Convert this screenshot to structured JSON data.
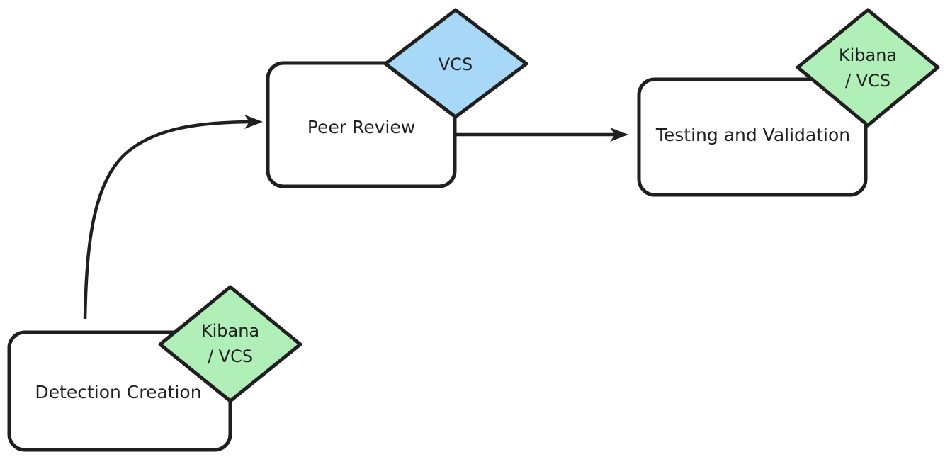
{
  "diagram": {
    "type": "flowchart",
    "direction": "left-to-right",
    "background_color": "#ffffff",
    "stroke_color": "#1f1f1f",
    "text_color": "#1f1f1f",
    "nodes": [
      {
        "id": "detection-creation",
        "shape": "rounded-rectangle",
        "label": "Detection Creation",
        "fill": "#ffffff"
      },
      {
        "id": "peer-review",
        "shape": "rounded-rectangle",
        "label": "Peer Review",
        "fill": "#ffffff"
      },
      {
        "id": "testing-and-validation",
        "shape": "rounded-rectangle",
        "label": "Testing and Validation",
        "fill": "#ffffff"
      }
    ],
    "annotations": [
      {
        "id": "detection-creation-tool",
        "shape": "diamond",
        "attached_to": "detection-creation",
        "line1": "Kibana",
        "line2": "/ VCS",
        "fill": "#b0f0b8"
      },
      {
        "id": "peer-review-tool",
        "shape": "diamond",
        "attached_to": "peer-review",
        "line1": "VCS",
        "line2": "",
        "fill": "#a8d8f8"
      },
      {
        "id": "testing-and-validation-tool",
        "shape": "diamond",
        "attached_to": "testing-and-validation",
        "line1": "Kibana",
        "line2": "/ VCS",
        "fill": "#b0f0b8"
      }
    ],
    "edges": [
      {
        "id": "edge-detection-to-peer-review",
        "from": "detection-creation",
        "to": "peer-review",
        "style": "curved",
        "arrow": "single"
      },
      {
        "id": "edge-peer-review-to-testing",
        "from": "peer-review",
        "to": "testing-and-validation",
        "style": "straight",
        "arrow": "single"
      }
    ]
  }
}
